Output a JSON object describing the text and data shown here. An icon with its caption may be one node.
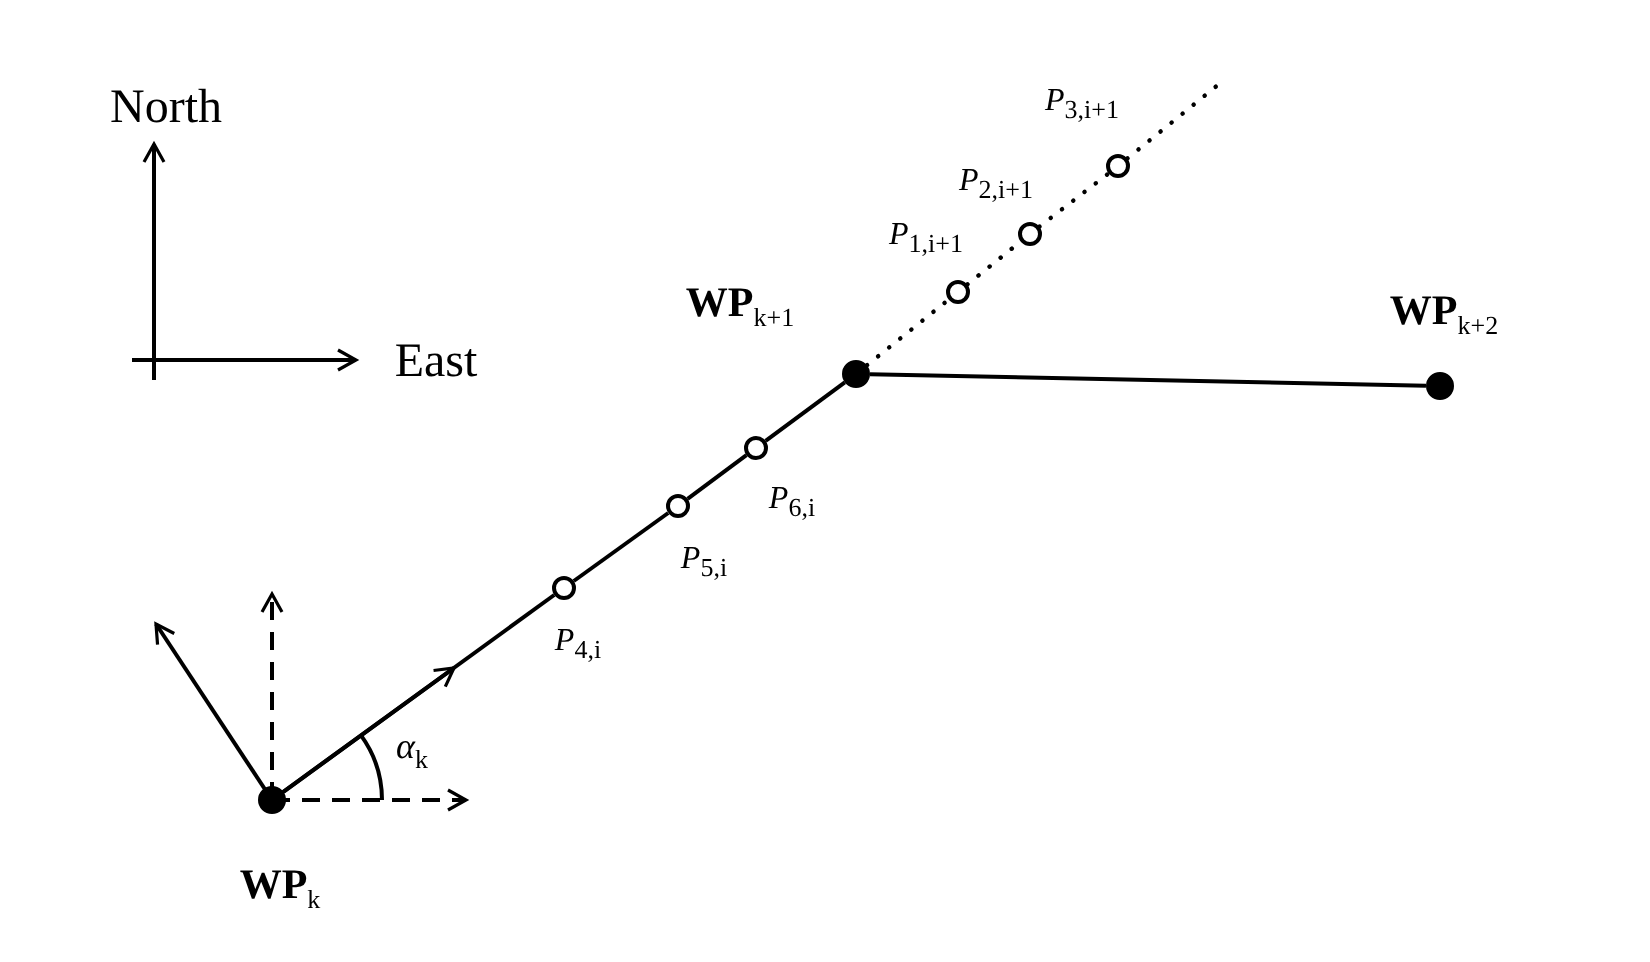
{
  "diagram": {
    "nodes": [
      {
        "text": [],
        "shape": "circle",
        "beside": [
          "**WP**$_{k}$"
        ]
      },
      {
        "text": [],
        "shape": "circle",
        "beside": [
          "*P*$_{4,i}$"
        ]
      },
      {
        "text": [],
        "shape": "circle",
        "beside": [
          "*P*$_{5,i}$"
        ]
      },
      {
        "text": [],
        "shape": "circle",
        "beside": [
          "*P*$_{6,i}$"
        ]
      },
      {
        "text": [],
        "shape": "circle",
        "beside": [
          "**WP**$_{k+1}$"
        ]
      },
      {
        "text": [],
        "shape": "circle",
        "beside": [
          "*P*$_{1,i+1}$"
        ]
      },
      {
        "text": [],
        "shape": "circle",
        "beside": [
          "*P*$_{2,i+1}$"
        ]
      },
      {
        "text": [],
        "shape": "circle",
        "beside": [
          "*P*$_{3,i+1}$"
        ]
      },
      {
        "text": [],
        "shape": "circle",
        "beside": [
          "**WP**$_{k+2}$"
        ]
      }
    ],
    "edges": [
      {
        "from": 0,
        "to": 1,
        "arrow": "none"
      },
      {
        "from": 1,
        "to": 2,
        "arrow": "none"
      },
      {
        "from": 2,
        "to": 3,
        "arrow": "none"
      },
      {
        "from": 3,
        "to": 4,
        "arrow": "none"
      },
      {
        "from": 4,
        "to": 5,
        "arrow": "none",
        "style": "dashed"
      },
      {
        "from": 5,
        "to": 6,
        "arrow": "none",
        "style": "dashed"
      },
      {
        "from": 6,
        "to": 7,
        "arrow": "none",
        "style": "dashed"
      },
      {
        "from": 7,
        "to": null,
        "arrow": "none",
        "style": "dashed"
      },
      {
        "from": 4,
        "to": 8,
        "arrow": "none"
      }
    ],
    "labels": [
      "North",
      "East",
      "*α*$_{k}$"
    ]
  }
}
